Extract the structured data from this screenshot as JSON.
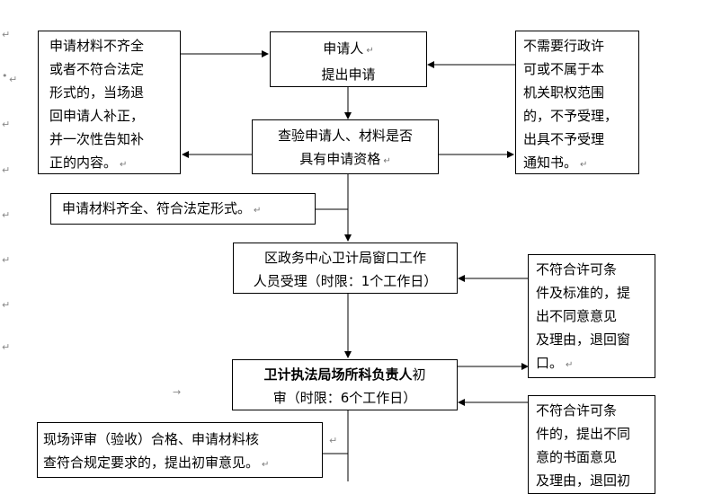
{
  "nodes": {
    "incomplete": [
      "申请材料不齐全",
      "或者不符合法定",
      "形式的，当场退",
      "回申请人补正，",
      "并一次性告知补",
      "正的内容。"
    ],
    "applicant": [
      "申请人",
      "提出申请"
    ],
    "reject": [
      "不需要行政许",
      "可或不属于本",
      "机关职权范围",
      "的，不予受理，",
      "出具不予受理",
      "通知书。"
    ],
    "verify": [
      "查验申请人、材料是否",
      "具有申请资格"
    ],
    "complete": "申请材料齐全、符合法定形式。",
    "window_accept": [
      "区政务中心卫计局窗口工作",
      "人员受理（时限：1个工作日）"
    ],
    "window_reject": [
      "不符合许可条",
      "件及标准的，提",
      "出不同意意见",
      "及理由，退回窗",
      "口。"
    ],
    "preliminary_bold": "卫计执法局场所科负责人",
    "preliminary_rest": "初",
    "preliminary_line2": "审（时限：6个工作日）",
    "onsite": [
      "现场评审（验收）合格、申请材料核",
      "查符合规定要求的，提出初审意见。"
    ],
    "reject2": [
      "不符合许可条",
      "件的，提出不同",
      "意的书面意见",
      "及理由，退回初"
    ]
  },
  "marks": {
    "para": "↵",
    "arrow": "→",
    "dot": "•"
  }
}
